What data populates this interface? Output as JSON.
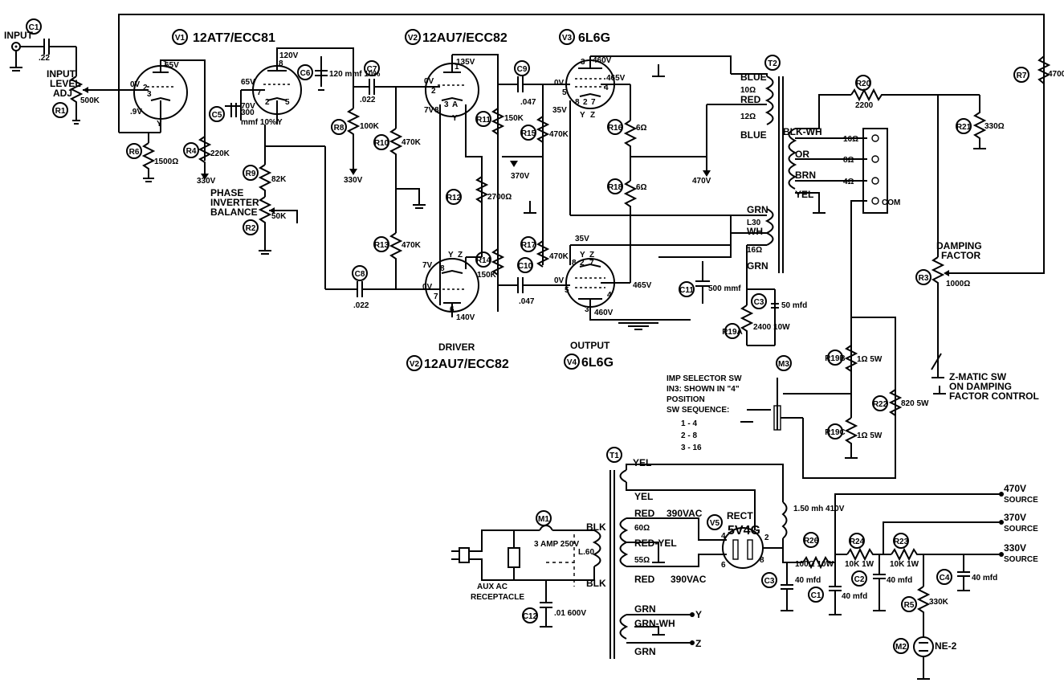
{
  "tubes": {
    "v1": {
      "ref": "V1",
      "type": "12AT7/ECC81"
    },
    "v2a": {
      "ref": "V2",
      "type": "12AU7/ECC82"
    },
    "v3": {
      "ref": "V3",
      "type": "6L6G"
    },
    "v2b": {
      "ref": "V2",
      "type": "12AU7/ECC82"
    },
    "v4": {
      "ref": "V4",
      "type": "6L6G"
    },
    "v5": {
      "ref": "V5",
      "type": "5V4G"
    }
  },
  "labels": {
    "input": "INPUT",
    "input_level": [
      "INPUT",
      "LEVEL",
      "ADJ"
    ],
    "phase_inverter": [
      "PHASE",
      "INVERTER",
      "BALANCE"
    ],
    "driver": "DRIVER",
    "output": "OUTPUT",
    "damping": [
      "DAMPING",
      "FACTOR"
    ],
    "zmatic": [
      "Z-MATIC SW",
      "ON DAMPING",
      "FACTOR CONTROL"
    ],
    "imp_selector": [
      "IMP SELECTOR SW",
      "IN3: SHOWN IN \"4\"",
      "POSITION",
      "SW SEQUENCE:",
      "1 - 4",
      "2 - 8",
      "3 - 16"
    ],
    "aux": [
      "AUX AC",
      "RECEPTACLE"
    ],
    "rect": "RECT",
    "com": "COM",
    "source_470": [
      "470V",
      "SOURCE"
    ],
    "source_370": [
      "370V",
      "SOURCE"
    ],
    "source_330": [
      "330V",
      "SOURCE"
    ],
    "ne2": "NE-2",
    "y": "Y",
    "z": "Z"
  },
  "refs": {
    "c1": "C1",
    "r1": "R1",
    "r6": "R6",
    "r4": "R4",
    "c5": "C5",
    "r9": "R9",
    "r2": "R2",
    "c6": "C6",
    "c7": "C7",
    "r8": "R8",
    "r10": "R10",
    "r13": "R13",
    "c8": "C8",
    "c9": "C9",
    "r11": "R11",
    "r15": "R15",
    "r12": "R12",
    "r14": "R14",
    "r17": "R17",
    "c10": "C10",
    "r16": "R16",
    "r18": "R18",
    "t2": "T2",
    "r20": "R20",
    "r21": "R21",
    "r7": "R7",
    "r3": "R3",
    "c11": "C11",
    "c3": "C3",
    "r19a": "R19A",
    "r19b": "R19B",
    "r19c": "R19C",
    "r22": "R22",
    "m3": "M3",
    "t1": "T1",
    "m1": "M1",
    "c12": "C12",
    "r26": "R26",
    "r24": "R24",
    "r23": "R23",
    "c3b": "C3",
    "c1b": "C1",
    "c2": "C2",
    "c4": "C4",
    "r5": "R5",
    "m2": "M2"
  },
  "values": {
    "c1": ".22",
    "r1": "500K",
    "r6": "1500Ω",
    "r4": "220K",
    "c5": "300 mmf 10%",
    "r9": "82K",
    "r2": "50K",
    "c6": "120 mmf 10%",
    "c7": ".022",
    "r8": "100K",
    "r10": "470K",
    "r13": "470K",
    "c8": ".022",
    "c9": ".047",
    "r11": "150K",
    "r15": "470K",
    "r12": "2700Ω",
    "r14": "150K",
    "r17": "470K",
    "c10": ".047",
    "r16": "6Ω",
    "r18": "6Ω",
    "r20": "2200",
    "r21": "330Ω",
    "r7": "4700",
    "r3": "1000Ω",
    "c11": "500 mmf",
    "c3": "50 mfd",
    "r19a": "2400 10W",
    "r19b": "1Ω 5W",
    "r19c": "1Ω 5W",
    "r22": "820 5W",
    "m1": "3 AMP 250V",
    "c12": ".01 600V",
    "choke": "1.50 mh 410V",
    "r26": "100Ω 10W",
    "r24": "10K 1W",
    "r23": "10K 1W",
    "c3b": "40 mfd",
    "c1b": "40 mfd",
    "c2": "40 mfd",
    "c4": "40 mfd",
    "r5": "330K"
  },
  "voltages": {
    "v1_plate": "65V",
    "v1_grid": "0V",
    "v1_cath": ".9V",
    "v1b_plate": "120V",
    "v1b_grid": "65V",
    "v1b_cath": "70V",
    "b330_1": "330V",
    "b330_2": "330V",
    "v2a_plate": "135V",
    "v2a_grid": "0V",
    "v2a_cath": "7V",
    "v2b_grid": "0V",
    "v2b_cath": "7V",
    "v2b_plate": "140V",
    "b370": "370V",
    "v3_plate": "460V",
    "v3_screen": "465V",
    "v3_grid": "0V",
    "v3_cath": "35V",
    "b470": "470V",
    "v4_cath": "35V",
    "v4_grid": "0V",
    "v4_screen": "465V",
    "v4_plate": "460V"
  },
  "pins": {
    "v1a": [
      "1",
      "3",
      "2",
      "Y"
    ],
    "v1b": [
      "8",
      "7",
      "2",
      "Y",
      "5"
    ],
    "v2a": [
      "1",
      "2",
      "3",
      "8",
      "A",
      "Y"
    ],
    "v2b": [
      "8",
      "6",
      "7",
      "Y",
      "Z"
    ],
    "v3": [
      "3",
      "4",
      "5",
      "8",
      "2",
      "7",
      "Y",
      "Z"
    ],
    "v4": [
      "8",
      "2",
      "7",
      "5",
      "4",
      "3",
      "Y",
      "Z"
    ],
    "v5": [
      "4",
      "2",
      "6",
      "8"
    ]
  },
  "t2_leads": {
    "blue1": "BLUE",
    "p10": "10Ω",
    "red": "RED",
    "p12": "12Ω",
    "blue2": "BLUE",
    "blkwh": "BLK-WH",
    "s16": "16Ω",
    "or": "OR",
    "s8": "8Ω",
    "brn": "BRN",
    "s4": "4Ω",
    "yel": "YEL",
    "grn": "GRN",
    "l30": "L30",
    "wh": "WH",
    "l16": "16Ω",
    "grn2": "GRN"
  },
  "t1_leads": {
    "yel1": "YEL",
    "yel2": "YEL",
    "red1": "RED",
    "v390_1": "390VAC",
    "r60": "60Ω",
    "redyel": "RED-YEL",
    "r55": "55Ω",
    "red2": "RED",
    "v390_2": "390VAC",
    "blk": "BLK",
    "p60": "L.60",
    "blk2": "BLK",
    "grn": "GRN",
    "grnwh": "GRN-WH",
    "grn2": "GRN"
  }
}
